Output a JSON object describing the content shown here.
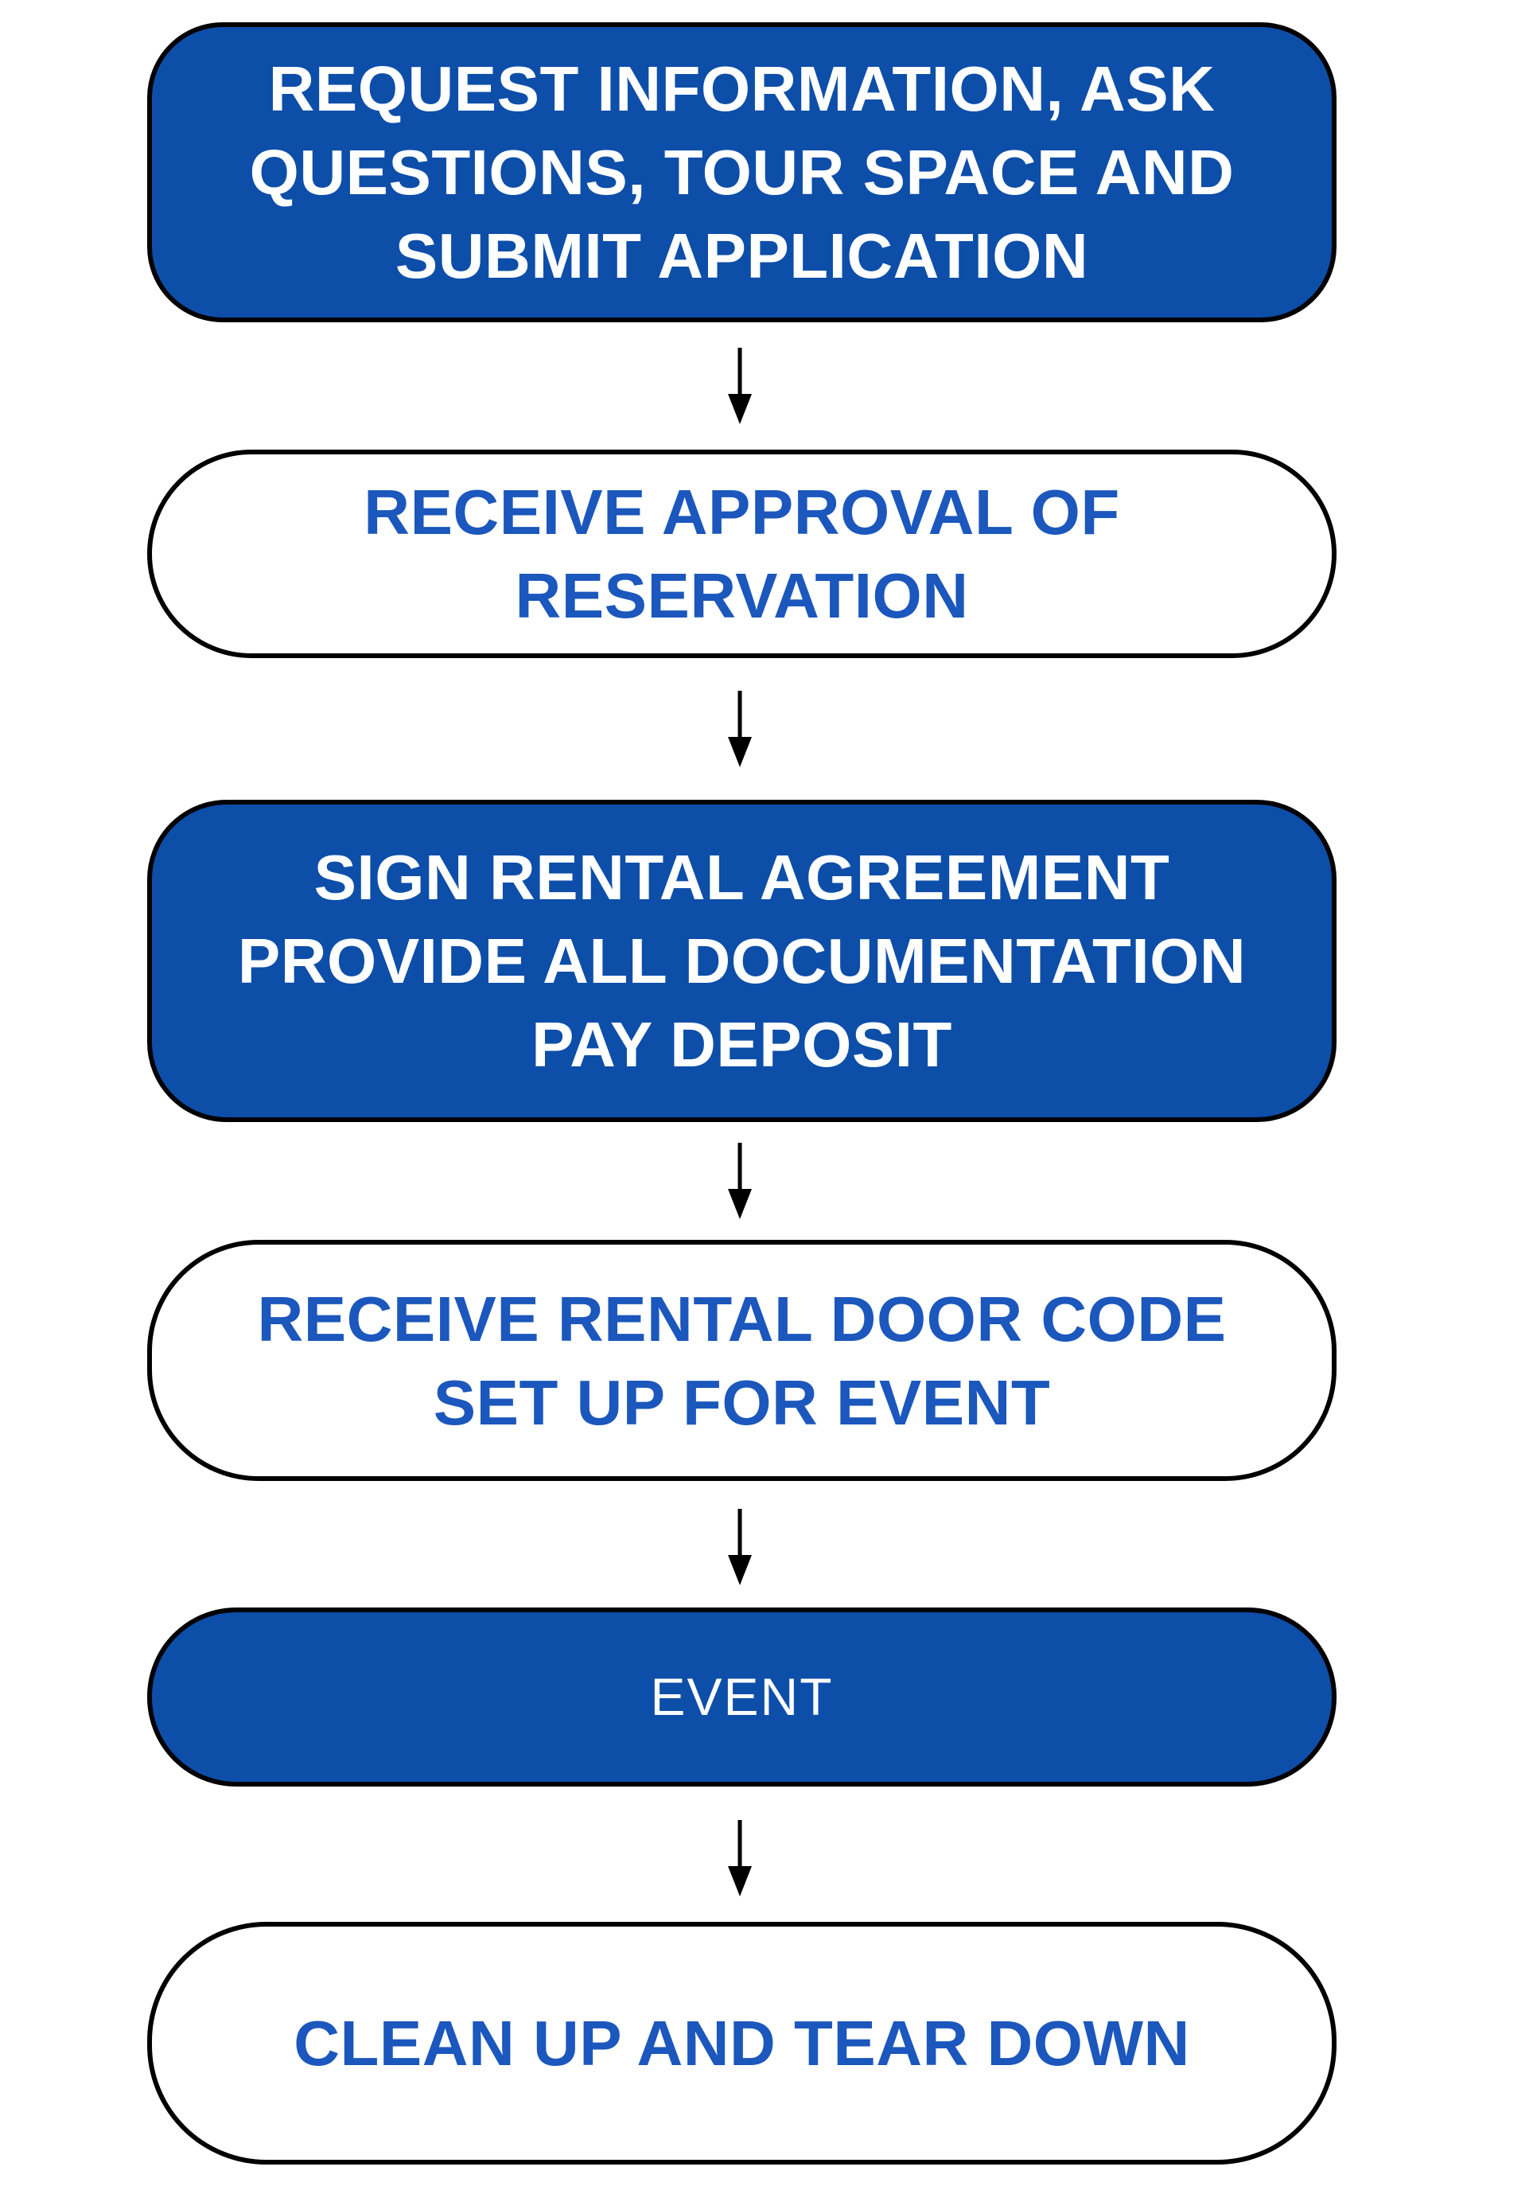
{
  "canvas": {
    "background": "#ffffff"
  },
  "colors": {
    "box_fill_blue": "#0D4EA9",
    "box_text_blue": "#1B57BC",
    "box_border": "#000000",
    "text_on_blue": "#ffffff",
    "arrow": "#000000"
  },
  "flowchart": {
    "steps": [
      {
        "id": "request-info",
        "variant": "filled",
        "lines": [
          "REQUEST INFORMATION, ASK",
          "QUESTIONS, TOUR SPACE AND",
          "SUBMIT APPLICATION"
        ]
      },
      {
        "id": "receive-approval",
        "variant": "outline",
        "lines": [
          "RECEIVE APPROVAL OF",
          "RESERVATION"
        ]
      },
      {
        "id": "sign-rental-agreement",
        "variant": "filled",
        "lines": [
          "SIGN RENTAL AGREEMENT",
          "PROVIDE ALL DOCUMENTATION",
          "PAY DEPOSIT"
        ]
      },
      {
        "id": "receive-door-code",
        "variant": "outline",
        "lines": [
          "RECEIVE RENTAL DOOR CODE",
          "SET UP FOR EVENT"
        ]
      },
      {
        "id": "event",
        "variant": "filled",
        "lines": [
          "EVENT"
        ]
      },
      {
        "id": "clean-up",
        "variant": "outline",
        "lines": [
          "CLEAN UP AND TEAR DOWN"
        ]
      }
    ],
    "connector_icon": "arrow-down-icon",
    "connector_count": 5
  }
}
